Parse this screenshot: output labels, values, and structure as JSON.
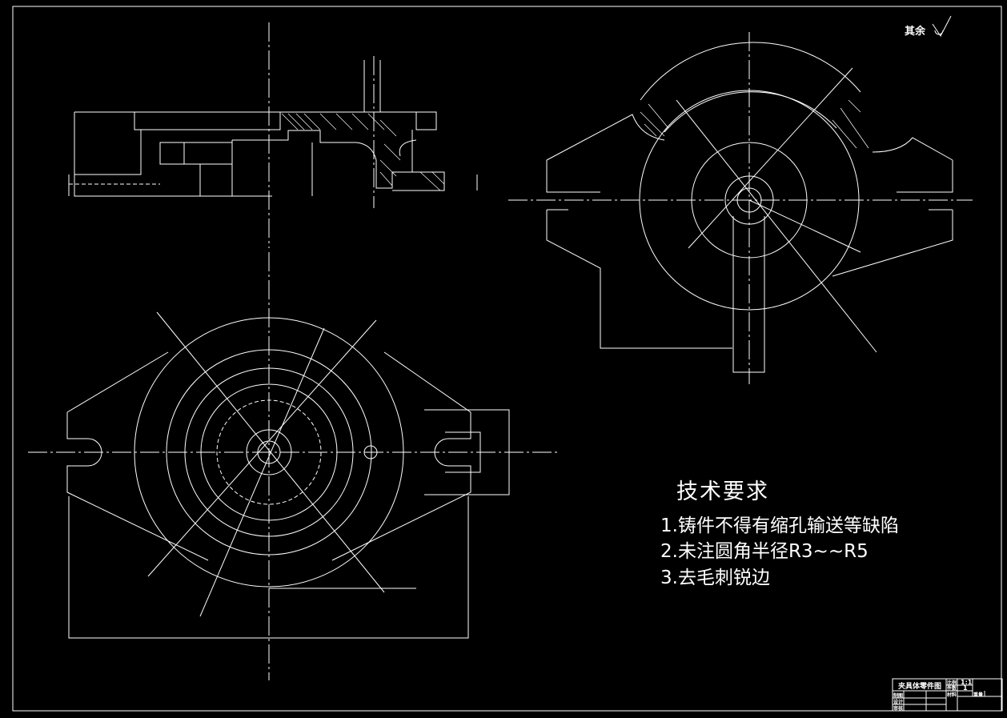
{
  "drawing_title": "夹具体零件图",
  "roughness_note": "其余",
  "technical_requirements": {
    "title": "技术要求",
    "items": [
      "1.铸件不得有缩孔输送等缺陷",
      "2.未注圆角半径R3~~R5",
      "3.去毛刺锐边"
    ]
  },
  "title_block": {
    "scale_label": "比例",
    "scale_value": "1:1",
    "count_label": "件数",
    "count_value": "1",
    "material_label": "材料",
    "weight_label": "重量",
    "drawn_label": "制图",
    "design_label": "设计",
    "review_label": "审核"
  }
}
